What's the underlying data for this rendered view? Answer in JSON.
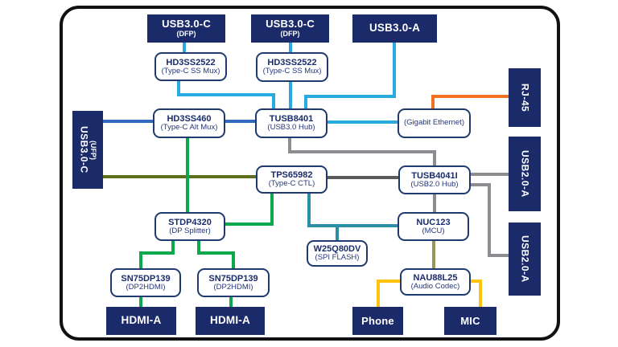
{
  "ports": {
    "usb3c_dfp_1": {
      "label": "USB3.0-C",
      "sub": "(DFP)"
    },
    "usb3c_dfp_2": {
      "label": "USB3.0-C",
      "sub": "(DFP)"
    },
    "usb3a": {
      "label": "USB3.0-A"
    },
    "usb3c_ufp": {
      "label": "USB3.0-C",
      "sub": "(UFP)"
    },
    "rj45": {
      "label": "RJ-45"
    },
    "usb2a_1": {
      "label": "USB2.0-A"
    },
    "usb2a_2": {
      "label": "USB2.0-A"
    },
    "hdmi_1": {
      "label": "HDMI-A"
    },
    "hdmi_2": {
      "label": "HDMI-A"
    },
    "phone": {
      "label": "Phone"
    },
    "mic": {
      "label": "MIC"
    }
  },
  "chips": {
    "hd3ss2522_1": {
      "name": "HD3SS2522",
      "sub": "(Type-C SS Mux)"
    },
    "hd3ss2522_2": {
      "name": "HD3SS2522",
      "sub": "(Type-C SS Mux)"
    },
    "hd3ss460": {
      "name": "HD3SS460",
      "sub": "(Type-C Alt Mux)"
    },
    "tusb8401": {
      "name": "TUSB8401",
      "sub": "(USB3.0 Hub)"
    },
    "gbe": {
      "label": "(Gigabit Ethernet)"
    },
    "tps65982": {
      "name": "TPS65982",
      "sub": "(Type-C CTL)"
    },
    "tusb4041i": {
      "name": "TUSB4041I",
      "sub": "(USB2.0 Hub)"
    },
    "stdp4320": {
      "name": "STDP4320",
      "sub": "(DP Splitter)"
    },
    "nuc123": {
      "name": "NUC123",
      "sub": "(MCU)"
    },
    "w25q80dv": {
      "name": "W25Q80DV",
      "sub": "(SPI FLASH)"
    },
    "sn75dp139_1": {
      "name": "SN75DP139",
      "sub": "(DP2HDMI)"
    },
    "sn75dp139_2": {
      "name": "SN75DP139",
      "sub": "(DP2HDMI)"
    },
    "nau88l25": {
      "name": "NAU88L25",
      "sub": "(Audio Codec)"
    }
  },
  "palette": {
    "navy": "#1B2A69",
    "chip_border": "#1F3A6E",
    "chip_text": "#1B2C6B",
    "frame_border": "#111111",
    "lightblue": "#29ABE2",
    "royalblue": "#2F6BC0",
    "green": "#0CA94C",
    "olive": "#5E6E1F",
    "teal": "#2C8EA6",
    "gray": "#8B8D90",
    "darkgray": "#595A5C",
    "orange": "#F2711C",
    "khaki": "#9C9456",
    "yellow": "#FFC20E"
  },
  "connections": [
    {
      "from": "USB3.0-C (DFP) #1",
      "to": "HD3SS2522 #1",
      "color": "lightblue"
    },
    {
      "from": "USB3.0-C (DFP) #2",
      "to": "HD3SS2522 #2",
      "color": "lightblue"
    },
    {
      "from": "HD3SS2522 #1",
      "to": "TUSB8401",
      "color": "lightblue"
    },
    {
      "from": "HD3SS2522 #2",
      "to": "TUSB8401",
      "color": "lightblue"
    },
    {
      "from": "USB3.0-A",
      "to": "TUSB8401",
      "color": "lightblue"
    },
    {
      "from": "TUSB8401",
      "to": "Gigabit Ethernet",
      "color": "lightblue"
    },
    {
      "from": "USB3.0-C (UFP)",
      "to": "HD3SS460",
      "color": "royalblue"
    },
    {
      "from": "HD3SS460",
      "to": "TUSB8401",
      "color": "royalblue"
    },
    {
      "from": "USB3.0-C (UFP)",
      "to": "TPS65982",
      "color": "olive"
    },
    {
      "from": "HD3SS460",
      "to": "STDP4320",
      "color": "green"
    },
    {
      "from": "TPS65982",
      "to": "STDP4320",
      "color": "green"
    },
    {
      "from": "STDP4320",
      "to": "SN75DP139 #1",
      "color": "green"
    },
    {
      "from": "STDP4320",
      "to": "SN75DP139 #2",
      "color": "green"
    },
    {
      "from": "SN75DP139 #1",
      "to": "HDMI-A #1",
      "color": "green"
    },
    {
      "from": "SN75DP139 #2",
      "to": "HDMI-A #2",
      "color": "green"
    },
    {
      "from": "RJ-45",
      "to": "Gigabit Ethernet",
      "color": "orange"
    },
    {
      "from": "TUSB8401",
      "to": "TUSB4041I",
      "color": "gray"
    },
    {
      "from": "TPS65982",
      "to": "TUSB4041I",
      "color": "darkgray"
    },
    {
      "from": "TUSB4041I",
      "to": "USB2.0-A #1",
      "color": "gray"
    },
    {
      "from": "TUSB4041I",
      "to": "USB2.0-A #2",
      "color": "gray"
    },
    {
      "from": "TUSB4041I",
      "to": "NUC123",
      "color": "gray"
    },
    {
      "from": "TPS65982",
      "to": "NUC123",
      "color": "teal"
    },
    {
      "from": "TPS65982",
      "to": "W25Q80DV",
      "color": "teal"
    },
    {
      "from": "NUC123",
      "to": "NAU88L25",
      "color": "khaki"
    },
    {
      "from": "NAU88L25",
      "to": "Phone",
      "color": "yellow"
    },
    {
      "from": "NAU88L25",
      "to": "MIC",
      "color": "yellow"
    }
  ]
}
